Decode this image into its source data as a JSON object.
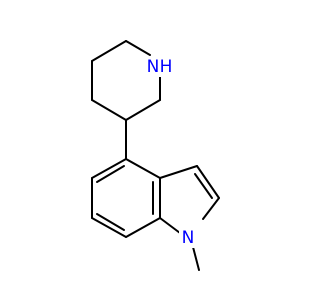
{
  "molecule": {
    "atoms": [
      {
        "label": "N",
        "color": "#0000FF"
      },
      {
        "label": "H",
        "color": "#0000FF"
      },
      {
        "label": "N",
        "color": "#0000FF"
      }
    ],
    "bond_color": "#000000",
    "background": "#FFFFFF"
  }
}
